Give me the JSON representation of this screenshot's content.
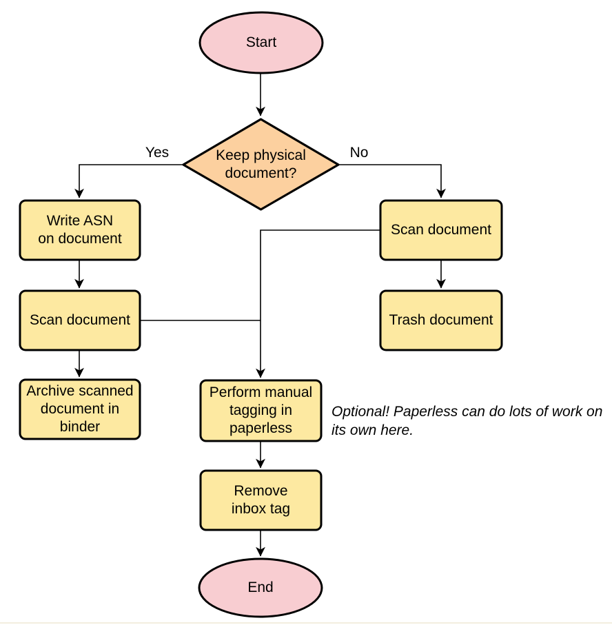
{
  "colors": {
    "terminal_fill": "#f8cdd1",
    "decision_fill": "#fcd09f",
    "process_fill": "#fde9a1",
    "stroke": "#000000"
  },
  "nodes": {
    "start": {
      "label": "Start",
      "type": "terminal"
    },
    "decision": {
      "label": "Keep physical\ndocument?",
      "type": "decision"
    },
    "write_asn": {
      "label": "Write ASN\non document",
      "type": "process"
    },
    "scan_left": {
      "label": "Scan document",
      "type": "process"
    },
    "archive": {
      "label": "Archive scanned\ndocument in\nbinder",
      "type": "process"
    },
    "scan_right": {
      "label": "Scan document",
      "type": "process"
    },
    "trash": {
      "label": "Trash document",
      "type": "process"
    },
    "perform_tagging": {
      "label": "Perform manual\ntagging in\npaperless",
      "type": "process"
    },
    "remove_inbox": {
      "label": "Remove\ninbox tag",
      "type": "process"
    },
    "end": {
      "label": "End",
      "type": "terminal"
    }
  },
  "edge_labels": {
    "yes": "Yes",
    "no": "No"
  },
  "note": {
    "text": "Optional! Paperless can do lots of work on\nits own here."
  }
}
